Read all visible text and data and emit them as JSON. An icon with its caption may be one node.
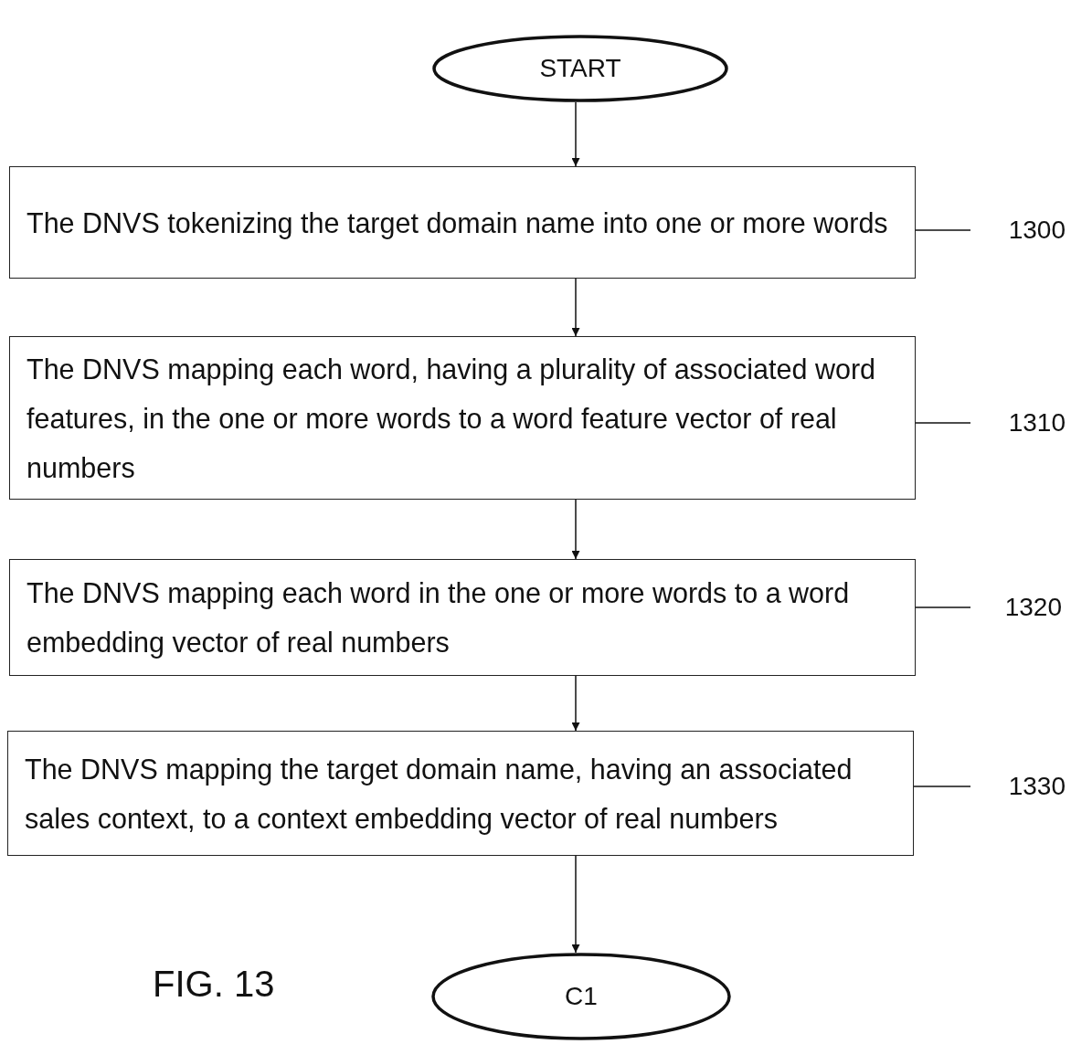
{
  "diagram": {
    "nodes": [
      {
        "text": [
          "START"
        ]
      },
      {
        "text": [
          "The DNVS tokenizing the target domain name into one or more words"
        ]
      },
      {
        "text": [
          "The DNVS mapping each word, having a plurality of associated word features, in the one or more words to a word feature vector of real numbers"
        ]
      },
      {
        "text": [
          "The DNVS mapping each word in the one or more words to a word embedding vector of real numbers"
        ]
      },
      {
        "text": [
          "The DNVS mapping the target domain name, having an associated sales context, to a context embedding vector of real numbers"
        ]
      },
      {
        "text": [
          "C1"
        ]
      },
      {
        "text": [
          "1300"
        ]
      },
      {
        "text": [
          "1310"
        ]
      },
      {
        "text": [
          "1320"
        ]
      },
      {
        "text": [
          "1330"
        ]
      }
    ],
    "edges": [
      {
        "from": 0,
        "to": 1,
        "arrow": "to"
      },
      {
        "from": 1,
        "to": 2,
        "arrow": "to"
      },
      {
        "from": 2,
        "to": 3,
        "arrow": "to"
      },
      {
        "from": 3,
        "to": 4,
        "arrow": "to"
      },
      {
        "from": 4,
        "to": 5,
        "arrow": "to"
      },
      {
        "from": 6,
        "to": 1,
        "arrow": "none"
      },
      {
        "from": 7,
        "to": 2,
        "arrow": "none"
      },
      {
        "from": 8,
        "to": 3,
        "arrow": "none"
      },
      {
        "from": 9,
        "to": 4,
        "arrow": "none"
      }
    ],
    "labels": [
      "FIG. 13"
    ]
  }
}
